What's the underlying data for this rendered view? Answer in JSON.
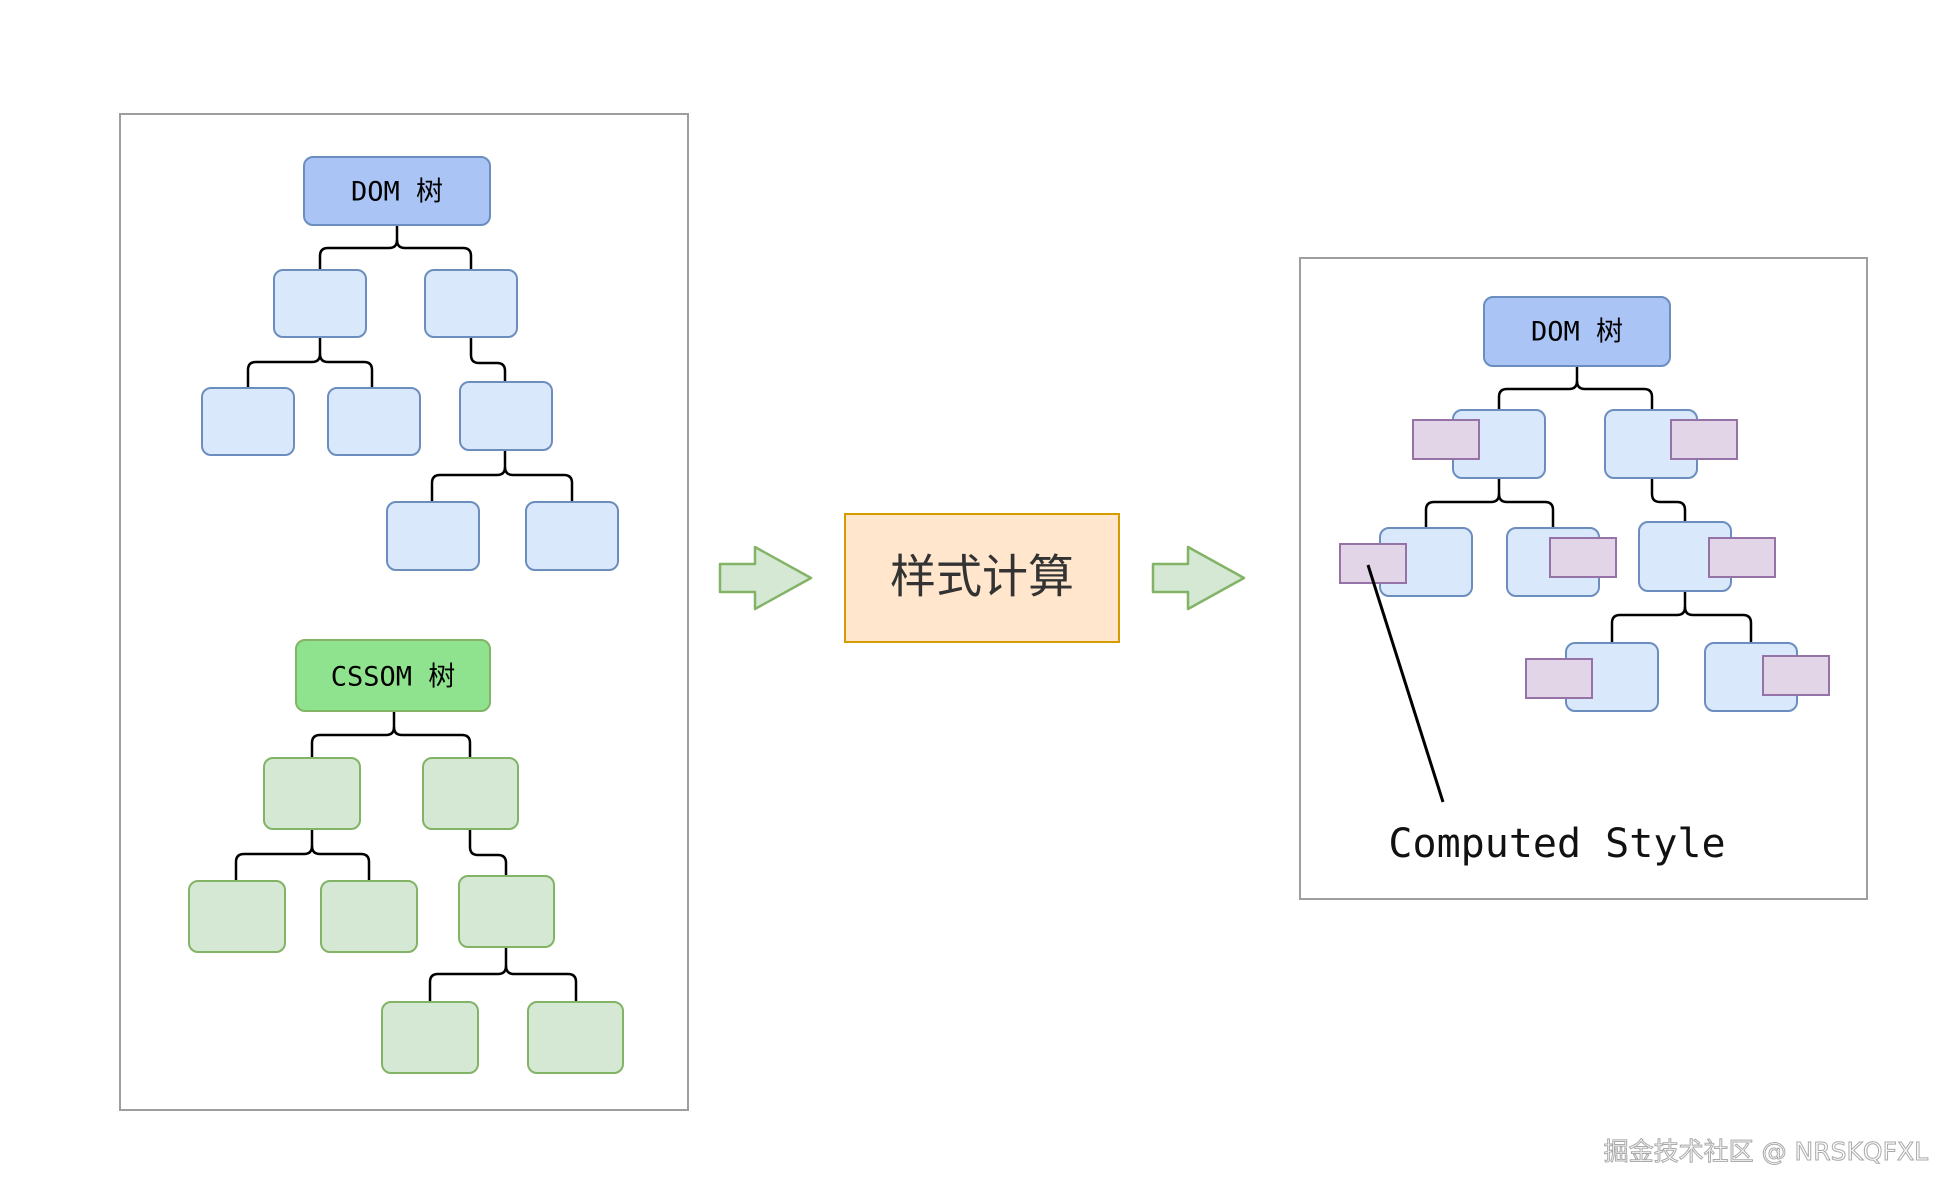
{
  "left_panel": {
    "dom_tree": {
      "root_label": "DOM 树",
      "colors": {
        "root_fill": "#a9c4f5",
        "root_stroke": "#6c8ebf",
        "node_fill": "#dae8fc",
        "node_stroke": "#6c8ebf"
      }
    },
    "cssom_tree": {
      "root_label": "CSSOM 树",
      "colors": {
        "root_fill": "#90e38e",
        "root_stroke": "#82b366",
        "node_fill": "#d5e8d4",
        "node_stroke": "#82b366"
      }
    }
  },
  "process": {
    "label": "样式计算",
    "colors": {
      "fill": "#ffe6cc",
      "stroke": "#d79b00",
      "arrow_fill": "#d5e8d4",
      "arrow_stroke": "#82b366"
    }
  },
  "right_panel": {
    "dom_tree": {
      "root_label": "DOM 树"
    },
    "callout_label": "Computed Style",
    "colors": {
      "style_fill": "#e1d5e7",
      "style_stroke": "#9673a6"
    }
  },
  "watermark": "掘金技术社区 @ NRSKQFXL"
}
